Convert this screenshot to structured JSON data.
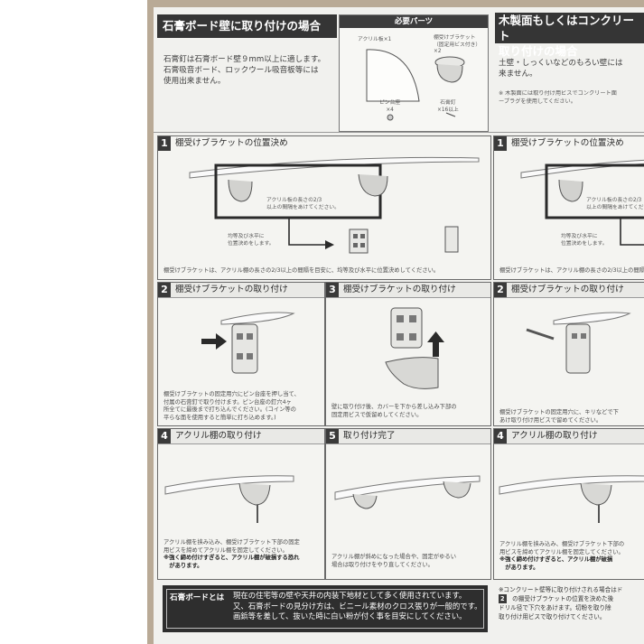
{
  "left_column": {
    "header": "石膏ボード壁に取り付けの場合",
    "intro_lines": [
      "石膏釘は石膏ボード壁９mm以上に適します。",
      "石膏吸音ボード、ロックウール吸音板等には",
      "使用出来ません。"
    ]
  },
  "parts": {
    "title": "必要パーツ",
    "acrylic_label": "アクリル板×1",
    "bracket_label_lines": [
      "棚受けブラケット",
      "（固定用ビス付き）×2"
    ],
    "pin_label_lines": [
      "ピン台座",
      "×4"
    ],
    "nail_label_lines": [
      "石膏釘",
      "×16以上"
    ]
  },
  "right_column": {
    "header_lines": [
      "木製面もしくはコンクリート",
      "取り付けの場合"
    ],
    "intro_lines": [
      "土壁・しっくいなどのもろい壁には",
      "来ません。"
    ],
    "note_lines": [
      "※ 木製面には取り付け用ビスでコンクリート面",
      "ープラグを使用してください。"
    ]
  },
  "steps": {
    "s1": {
      "num": "1",
      "title": "棚受けブラケットの位置決め",
      "ann1_lines": [
        "アクリル板の長さの2/3",
        "以上の間隔をあけてください。"
      ],
      "ann2_lines": [
        "均等及び水平に",
        "位置決めをします。"
      ],
      "caption": "棚受けブラケットは、アクリル棚の長さの2/3以上の間隔を目安に、均等及び水平に位置決めしてください。"
    },
    "s2": {
      "num": "2",
      "title": "棚受けブラケットの取り付け",
      "caption_lines": [
        "棚受けブラケットの固定用穴にピン台座を押し当て、",
        "付属の石膏釘で取り付けます。ピン台座の釘穴4ヶ",
        "所全てに最後まで打ち込んでください。(コイン等の",
        "平らな面を使用すると簡単に打ち込めます。)"
      ]
    },
    "s3": {
      "num": "3",
      "title": "棚受けブラケットの取り付け",
      "caption_lines": [
        "壁に取り付け後、カバーを下から差し込み下部の",
        "固定用ビスで仮留めしてください。"
      ]
    },
    "s4": {
      "num": "4",
      "title": "アクリル棚の取り付け",
      "caption_lines": [
        "アクリル棚を挟み込み、棚受けブラケット下部の固定",
        "用ビスを締めてアクリル棚を固定してください。"
      ],
      "warn_lines": [
        "※強く締め付けすぎると、アクリル棚が破損する恐れ",
        "　があります。"
      ]
    },
    "s5": {
      "num": "5",
      "title": "取り付け完了",
      "caption_lines": [
        "アクリル棚が斜めになった場合や、固定がゆるい",
        "場合は取り付けをやり直してください。"
      ]
    },
    "r1": {
      "num": "1",
      "title": "棚受けブラケットの位置決め",
      "ann1_lines": [
        "アクリル板の長さの2/3",
        "以上の間隔をあけてくだ"
      ],
      "ann2_lines": [
        "均等及び水平に",
        "位置決めをします。"
      ],
      "caption": "棚受けブラケットは、アクリル棚の長さの2/3以上の間隔を目安"
    },
    "r2": {
      "num": "2",
      "title": "棚受けブラケットの取り付け",
      "caption_lines": [
        "棚受けブラケットの固定用穴に、キリなどで下",
        "あけ取り付け用ビスで留めてください。"
      ]
    },
    "r4": {
      "num": "4",
      "title": "アクリル棚の取り付け",
      "caption_lines": [
        "アクリル棚を挟み込み、棚受けブラケット下部の",
        "用ビスを締めてアクリル棚を固定してください。"
      ],
      "warn_lines": [
        "※強く締め付けすぎると、アクリル棚が破損",
        "　があります。"
      ]
    }
  },
  "footnote": {
    "label": "石膏ボードとは",
    "lines": [
      "現在の住宅等の壁や天井の内装下地材として多く使用されています。",
      "又、石膏ボードの見分け方は、ビニール素材のクロス張りが一般的です。",
      "画鋲等を差して、抜いた時に白い粉が付く事を目安にしてください。"
    ]
  },
  "right_footnote": {
    "lines": [
      "※コンクリート壁等に取り付けされる場合はド",
      "　の棚受けブラケットの位置を決めた後",
      "ドリル径で下穴をあけます。切粉を取り除",
      "取り付け用ビスで取り付けてください。"
    ],
    "badge": "2"
  }
}
